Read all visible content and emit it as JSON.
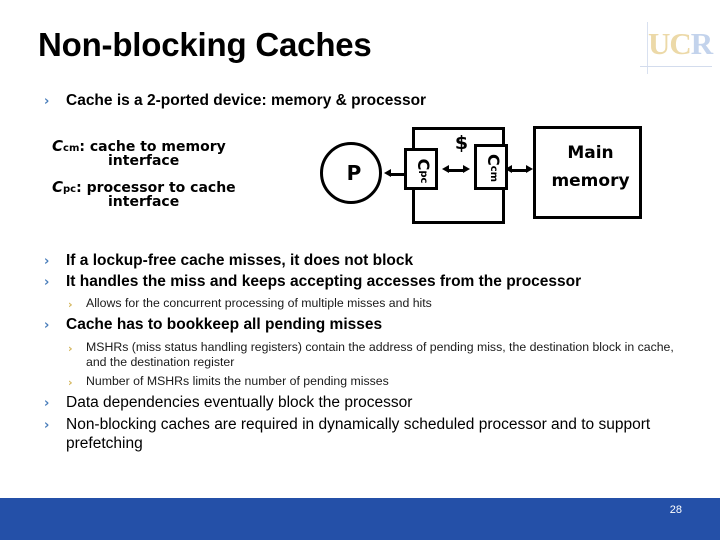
{
  "slide": {
    "title": "Non-blocking Caches",
    "page_number": "28",
    "footer_color": "#2450a8",
    "bullet_l1_color": "#4a7ebb",
    "bullet_l2_color": "#d3b458",
    "bullet_glyph": "›"
  },
  "logo": {
    "text_uc": "UC",
    "text_r": "R",
    "uc_color": "#ecd9a8",
    "r_color": "#c3d3ec"
  },
  "bullets": {
    "b1": "Cache is a 2-ported device: memory & processor",
    "b2": "If a lockup-free cache misses, it does not block",
    "b3": "It handles the miss and keeps accepting accesses from the processor",
    "b3s1": "Allows for the concurrent processing of multiple misses and hits",
    "b4": "Cache has to bookkeep all pending misses",
    "b4s1": "MSHRs (miss status handling registers) contain the address of pending miss, the destination block in cache, and the destination register",
    "b4s2": "Number of MSHRs limits the number of pending misses",
    "b5": "Data dependencies eventually block the processor",
    "b6": "Non-blocking caches are required in dynamically scheduled processor and to support prefetching"
  },
  "diagram": {
    "legend": [
      {
        "symbol": "C",
        "subscript": "cm",
        "description": ": cache to memory",
        "description2": "interface"
      },
      {
        "symbol": "C",
        "subscript": "pc",
        "description": ": processor to cache",
        "description2": "interface"
      }
    ],
    "processor_label": "P",
    "cache_label": "$",
    "cache_port_left": "C",
    "cache_port_left_sub": "pc",
    "cache_port_right": "C",
    "cache_port_right_sub": "cm",
    "memory_label_line1": "Main",
    "memory_label_line2": "memory"
  }
}
